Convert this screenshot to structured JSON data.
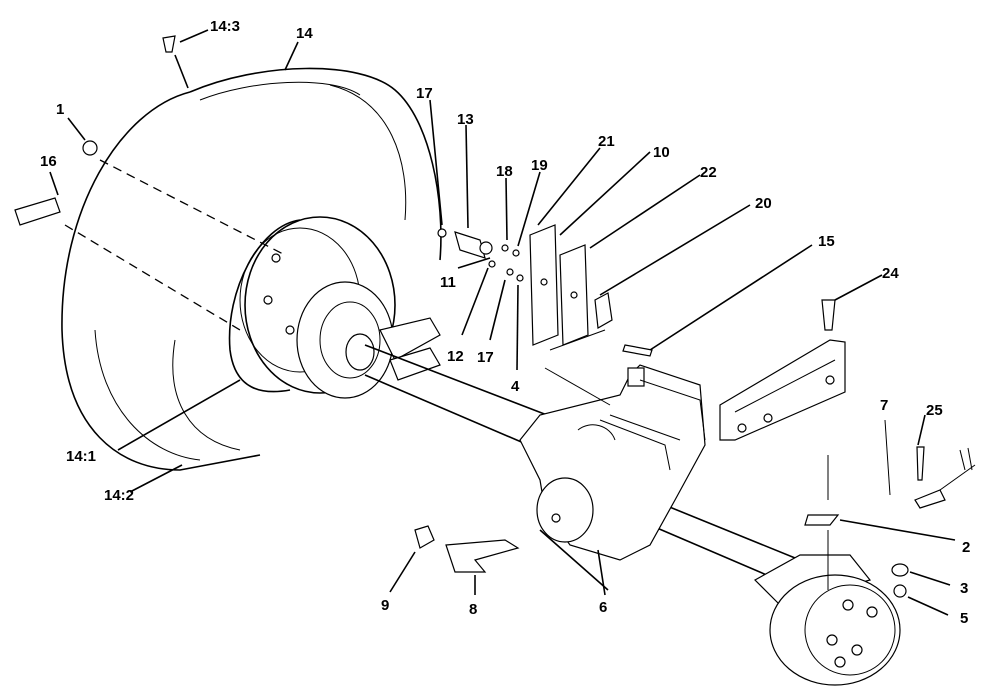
{
  "diagram": {
    "callouts": [
      {
        "id": "c-14-3",
        "text": "14:3"
      },
      {
        "id": "c-14",
        "text": "14"
      },
      {
        "id": "c-1",
        "text": "1"
      },
      {
        "id": "c-16",
        "text": "16"
      },
      {
        "id": "c-17a",
        "text": "17"
      },
      {
        "id": "c-13",
        "text": "13"
      },
      {
        "id": "c-18",
        "text": "18"
      },
      {
        "id": "c-19",
        "text": "19"
      },
      {
        "id": "c-21",
        "text": "21"
      },
      {
        "id": "c-10",
        "text": "10"
      },
      {
        "id": "c-22",
        "text": "22"
      },
      {
        "id": "c-20",
        "text": "20"
      },
      {
        "id": "c-15",
        "text": "15"
      },
      {
        "id": "c-24",
        "text": "24"
      },
      {
        "id": "c-11",
        "text": "11"
      },
      {
        "id": "c-12",
        "text": "12"
      },
      {
        "id": "c-17b",
        "text": "17"
      },
      {
        "id": "c-4",
        "text": "4"
      },
      {
        "id": "c-7",
        "text": "7"
      },
      {
        "id": "c-25",
        "text": "25"
      },
      {
        "id": "c-14-1",
        "text": "14:1"
      },
      {
        "id": "c-14-2",
        "text": "14:2"
      },
      {
        "id": "c-2",
        "text": "2"
      },
      {
        "id": "c-3",
        "text": "3"
      },
      {
        "id": "c-5",
        "text": "5"
      },
      {
        "id": "c-9",
        "text": "9"
      },
      {
        "id": "c-8",
        "text": "8"
      },
      {
        "id": "c-6",
        "text": "6"
      }
    ]
  }
}
